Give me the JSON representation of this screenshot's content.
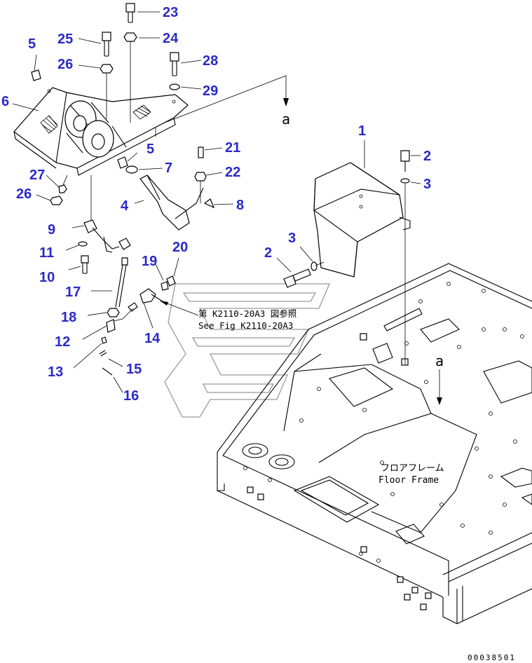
{
  "callouts": {
    "c1": "1",
    "c2a": "2",
    "c2b": "2",
    "c3a": "3",
    "c3b": "3",
    "c4": "4",
    "c5a": "5",
    "c5b": "5",
    "c6": "6",
    "c7": "7",
    "c8": "8",
    "c9": "9",
    "c10": "10",
    "c11": "11",
    "c12": "12",
    "c13": "13",
    "c14": "14",
    "c15": "15",
    "c16": "16",
    "c17": "17",
    "c18": "18",
    "c19": "19",
    "c20": "20",
    "c21": "21",
    "c22": "22",
    "c23": "23",
    "c24": "24",
    "c25": "25",
    "c26a": "26",
    "c26b": "26",
    "c27": "27",
    "c28": "28",
    "c29": "29"
  },
  "reference_note": {
    "jp": "第 K2110-20A3 図参照",
    "en": "See Fig K2110-20A3"
  },
  "floor_frame": {
    "jp": "フロアフレーム",
    "en": "Floor Frame"
  },
  "connection_marker": "a",
  "doc_number": "00038501",
  "colors": {
    "callout": "#2a2ac8",
    "line": "#000000",
    "watermark": "#9a9a9a"
  }
}
